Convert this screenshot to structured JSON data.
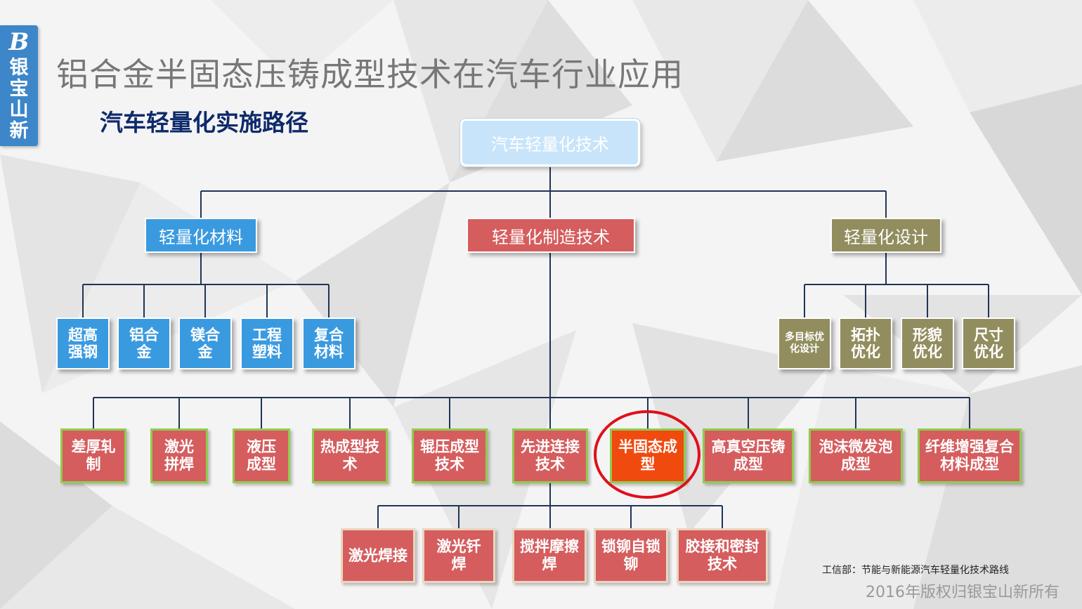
{
  "logo": {
    "letter": "B",
    "name": "银宝山新"
  },
  "title": "铝合金半固态压铸成型技术在汽车行业应用",
  "subtitle": "汽车轻量化实施路径",
  "tree": {
    "root": "汽车轻量化技术",
    "branches": {
      "materials": "轻量化材料",
      "manufacturing": "轻量化制造技术",
      "design": "轻量化设计"
    },
    "materials_items": [
      "超高强钢",
      "铝合金",
      "镁合金",
      "工程塑料",
      "复合材料"
    ],
    "design_items": [
      "多目标优化设计",
      "拓扑优化",
      "形貌优化",
      "尺寸优化"
    ],
    "process_items": [
      "差厚轧制",
      "激光拼焊",
      "液压成型",
      "热成型技术",
      "辊压成型技术",
      "先进连接技术",
      "半固态成型",
      "高真空压铸成型",
      "泡沫微发泡成型",
      "纤维增强复合材料成型"
    ],
    "joining_items": [
      "激光焊接",
      "激光钎焊",
      "搅拌摩擦焊",
      "锁铆自锁铆",
      "胶接和密封技术"
    ],
    "highlighted": "半固态成型"
  },
  "footer": {
    "source": "工信部：节能与新能源汽车轻量化技术路线",
    "copyright": "2016年版权归银宝山新所有"
  },
  "colors": {
    "material_blue": "#3a9ae0",
    "manufacturing_red": "#d55d5e",
    "design_olive": "#928d5e",
    "highlight_orange": "#f04a0e",
    "highlight_circle": "#e0101a"
  }
}
